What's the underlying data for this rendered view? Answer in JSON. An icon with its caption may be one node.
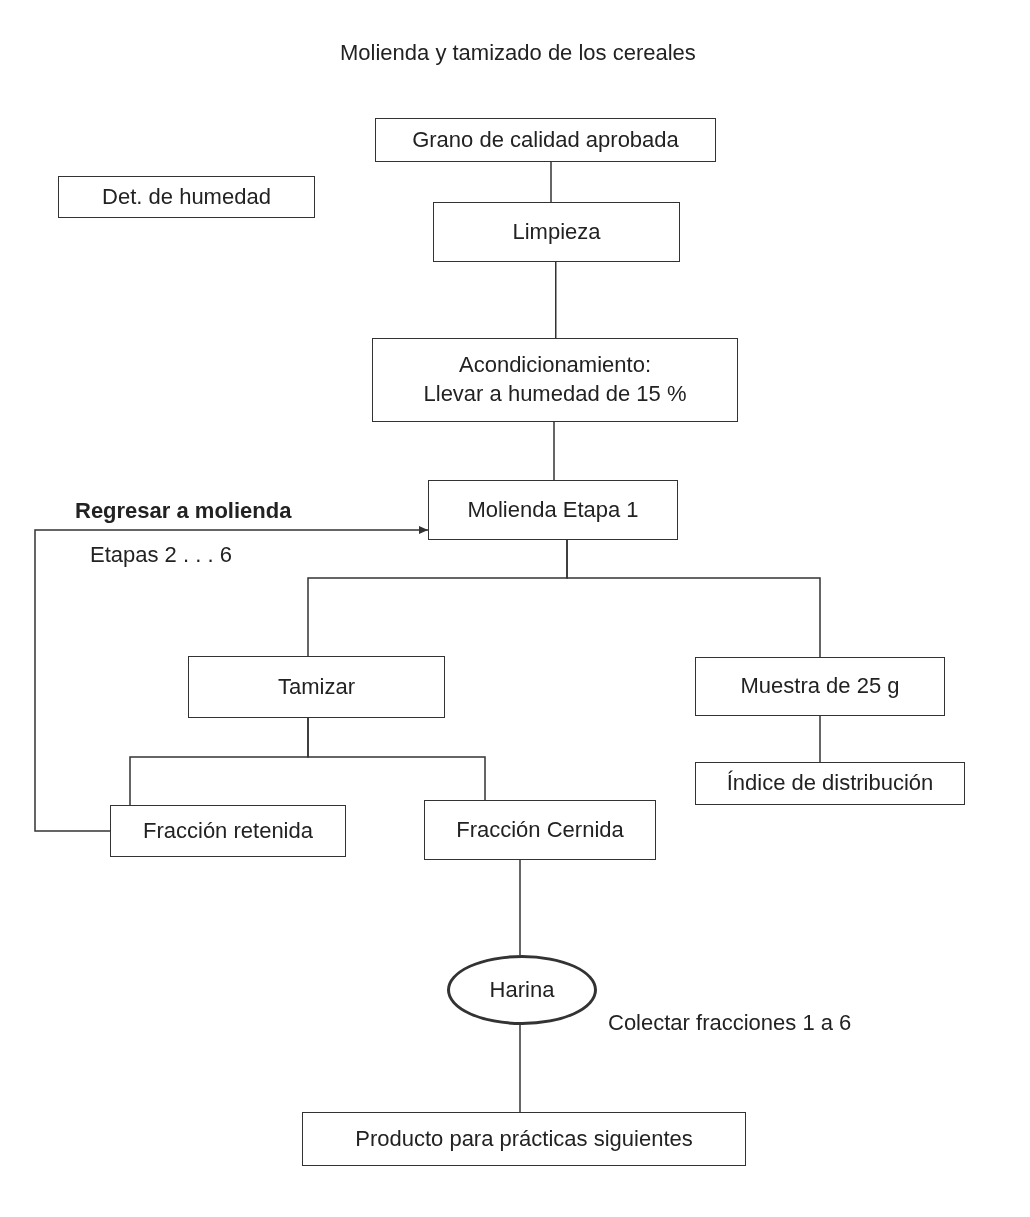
{
  "diagram": {
    "title": "Molienda y tamizado de los cereales",
    "nodes": [
      {
        "text": [
          "Grano de calidad aprobada"
        ]
      },
      {
        "text": [
          "Det. de humedad"
        ]
      },
      {
        "text": [
          "Limpieza"
        ]
      },
      {
        "text": [
          "Acondicionamiento:",
          "Llevar a humedad de 15 %"
        ]
      },
      {
        "text": [
          "Molienda Etapa 1"
        ]
      },
      {
        "text": [
          "Tamizar"
        ]
      },
      {
        "text": [
          "Muestra de 25 g"
        ]
      },
      {
        "text": [
          "Índice de distribución"
        ]
      },
      {
        "text": [
          "Fracción retenida"
        ]
      },
      {
        "text": [
          "Fracción Cernida"
        ]
      },
      {
        "text": [
          "Harina"
        ]
      },
      {
        "text": [
          "Producto para prácticas siguientes"
        ]
      }
    ],
    "edges": [
      {
        "from": 0,
        "to": 2,
        "arrow": "none"
      },
      {
        "from": 2,
        "to": 3,
        "arrow": "none"
      },
      {
        "from": 3,
        "to": 4,
        "arrow": "none"
      },
      {
        "from": 4,
        "to": 5,
        "arrow": "none"
      },
      {
        "from": 4,
        "to": 6,
        "arrow": "none"
      },
      {
        "from": 5,
        "to": 8,
        "arrow": "none"
      },
      {
        "from": 5,
        "to": 9,
        "arrow": "none"
      },
      {
        "from": 6,
        "to": 7,
        "arrow": "none"
      },
      {
        "from": 9,
        "to": 10,
        "arrow": "none"
      },
      {
        "from": 10,
        "to": 11,
        "arrow": "none"
      },
      {
        "from": 8,
        "to": 4,
        "arrow": "to"
      }
    ],
    "labels": [
      "Regresar a molienda",
      "Etapas 2 . . . 6",
      "Colectar fracciones 1 a 6"
    ]
  }
}
